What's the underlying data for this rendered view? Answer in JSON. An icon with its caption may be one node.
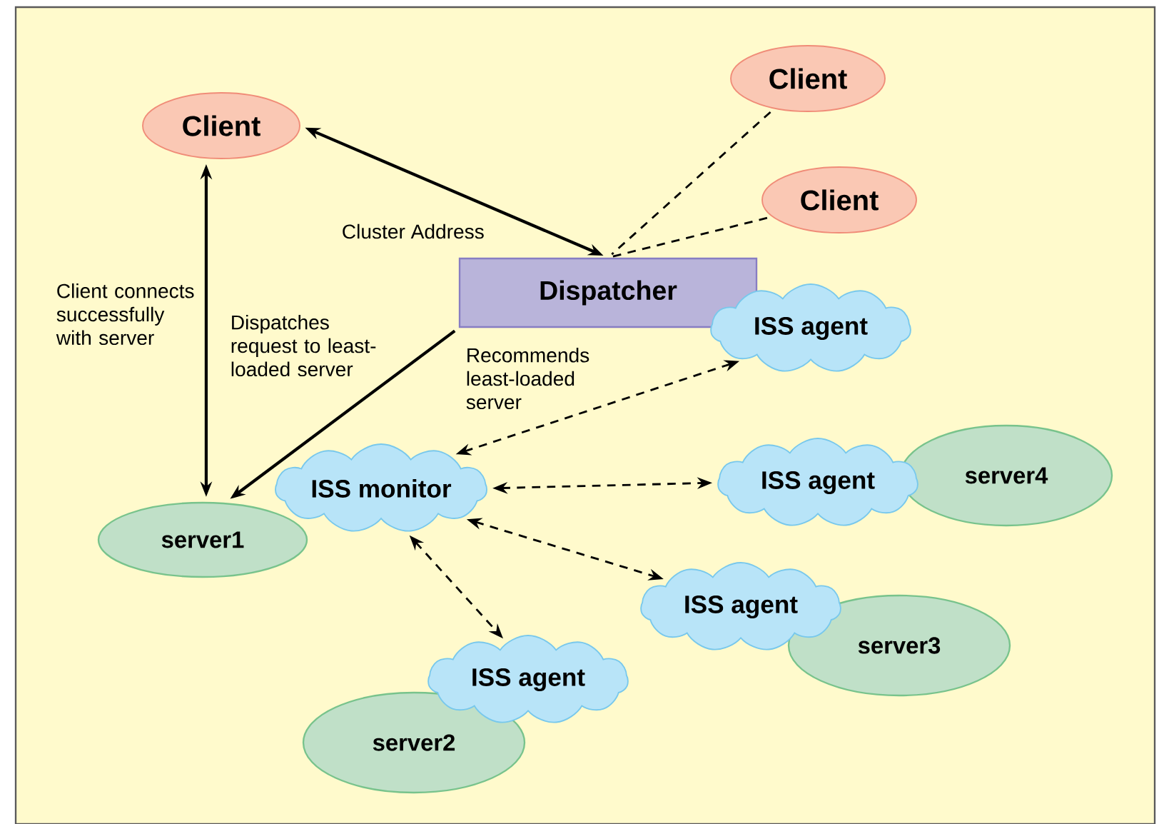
{
  "diagram": {
    "nodes": [
      {
        "text": [
          "Client"
        ]
      },
      {
        "text": [
          "Client"
        ]
      },
      {
        "text": [
          "Client"
        ]
      },
      {
        "text": [
          "Dispatcher"
        ]
      },
      {
        "text": [
          "ISS agent"
        ]
      },
      {
        "text": [
          "server1"
        ]
      },
      {
        "text": [
          "ISS monitor"
        ]
      },
      {
        "text": [
          "server4"
        ]
      },
      {
        "text": [
          "ISS agent"
        ]
      },
      {
        "text": [
          "server3"
        ]
      },
      {
        "text": [
          "ISS agent"
        ]
      },
      {
        "text": [
          "server2"
        ]
      },
      {
        "text": [
          "ISS agent"
        ]
      }
    ],
    "edges": [
      {
        "from": 0,
        "to": 3,
        "arrow": "both",
        "label": "Cluster Address"
      },
      {
        "from": 0,
        "to": 5,
        "arrow": "both",
        "label": "Client connects successfully with server"
      },
      {
        "from": 3,
        "to": 5,
        "arrow": "to",
        "label": "Dispatches request to least-loaded server"
      },
      {
        "from": 1,
        "to": 3,
        "arrow": "none",
        "style": "dashed"
      },
      {
        "from": 2,
        "to": 3,
        "arrow": "none",
        "style": "dashed"
      },
      {
        "from": 6,
        "to": 4,
        "arrow": "both",
        "style": "dashed",
        "label": "Recommends least-loaded server"
      },
      {
        "from": 6,
        "to": 8,
        "arrow": "both",
        "style": "dashed"
      },
      {
        "from": 6,
        "to": 10,
        "arrow": "both",
        "style": "dashed"
      },
      {
        "from": 6,
        "to": 12,
        "arrow": "both",
        "style": "dashed"
      }
    ]
  }
}
